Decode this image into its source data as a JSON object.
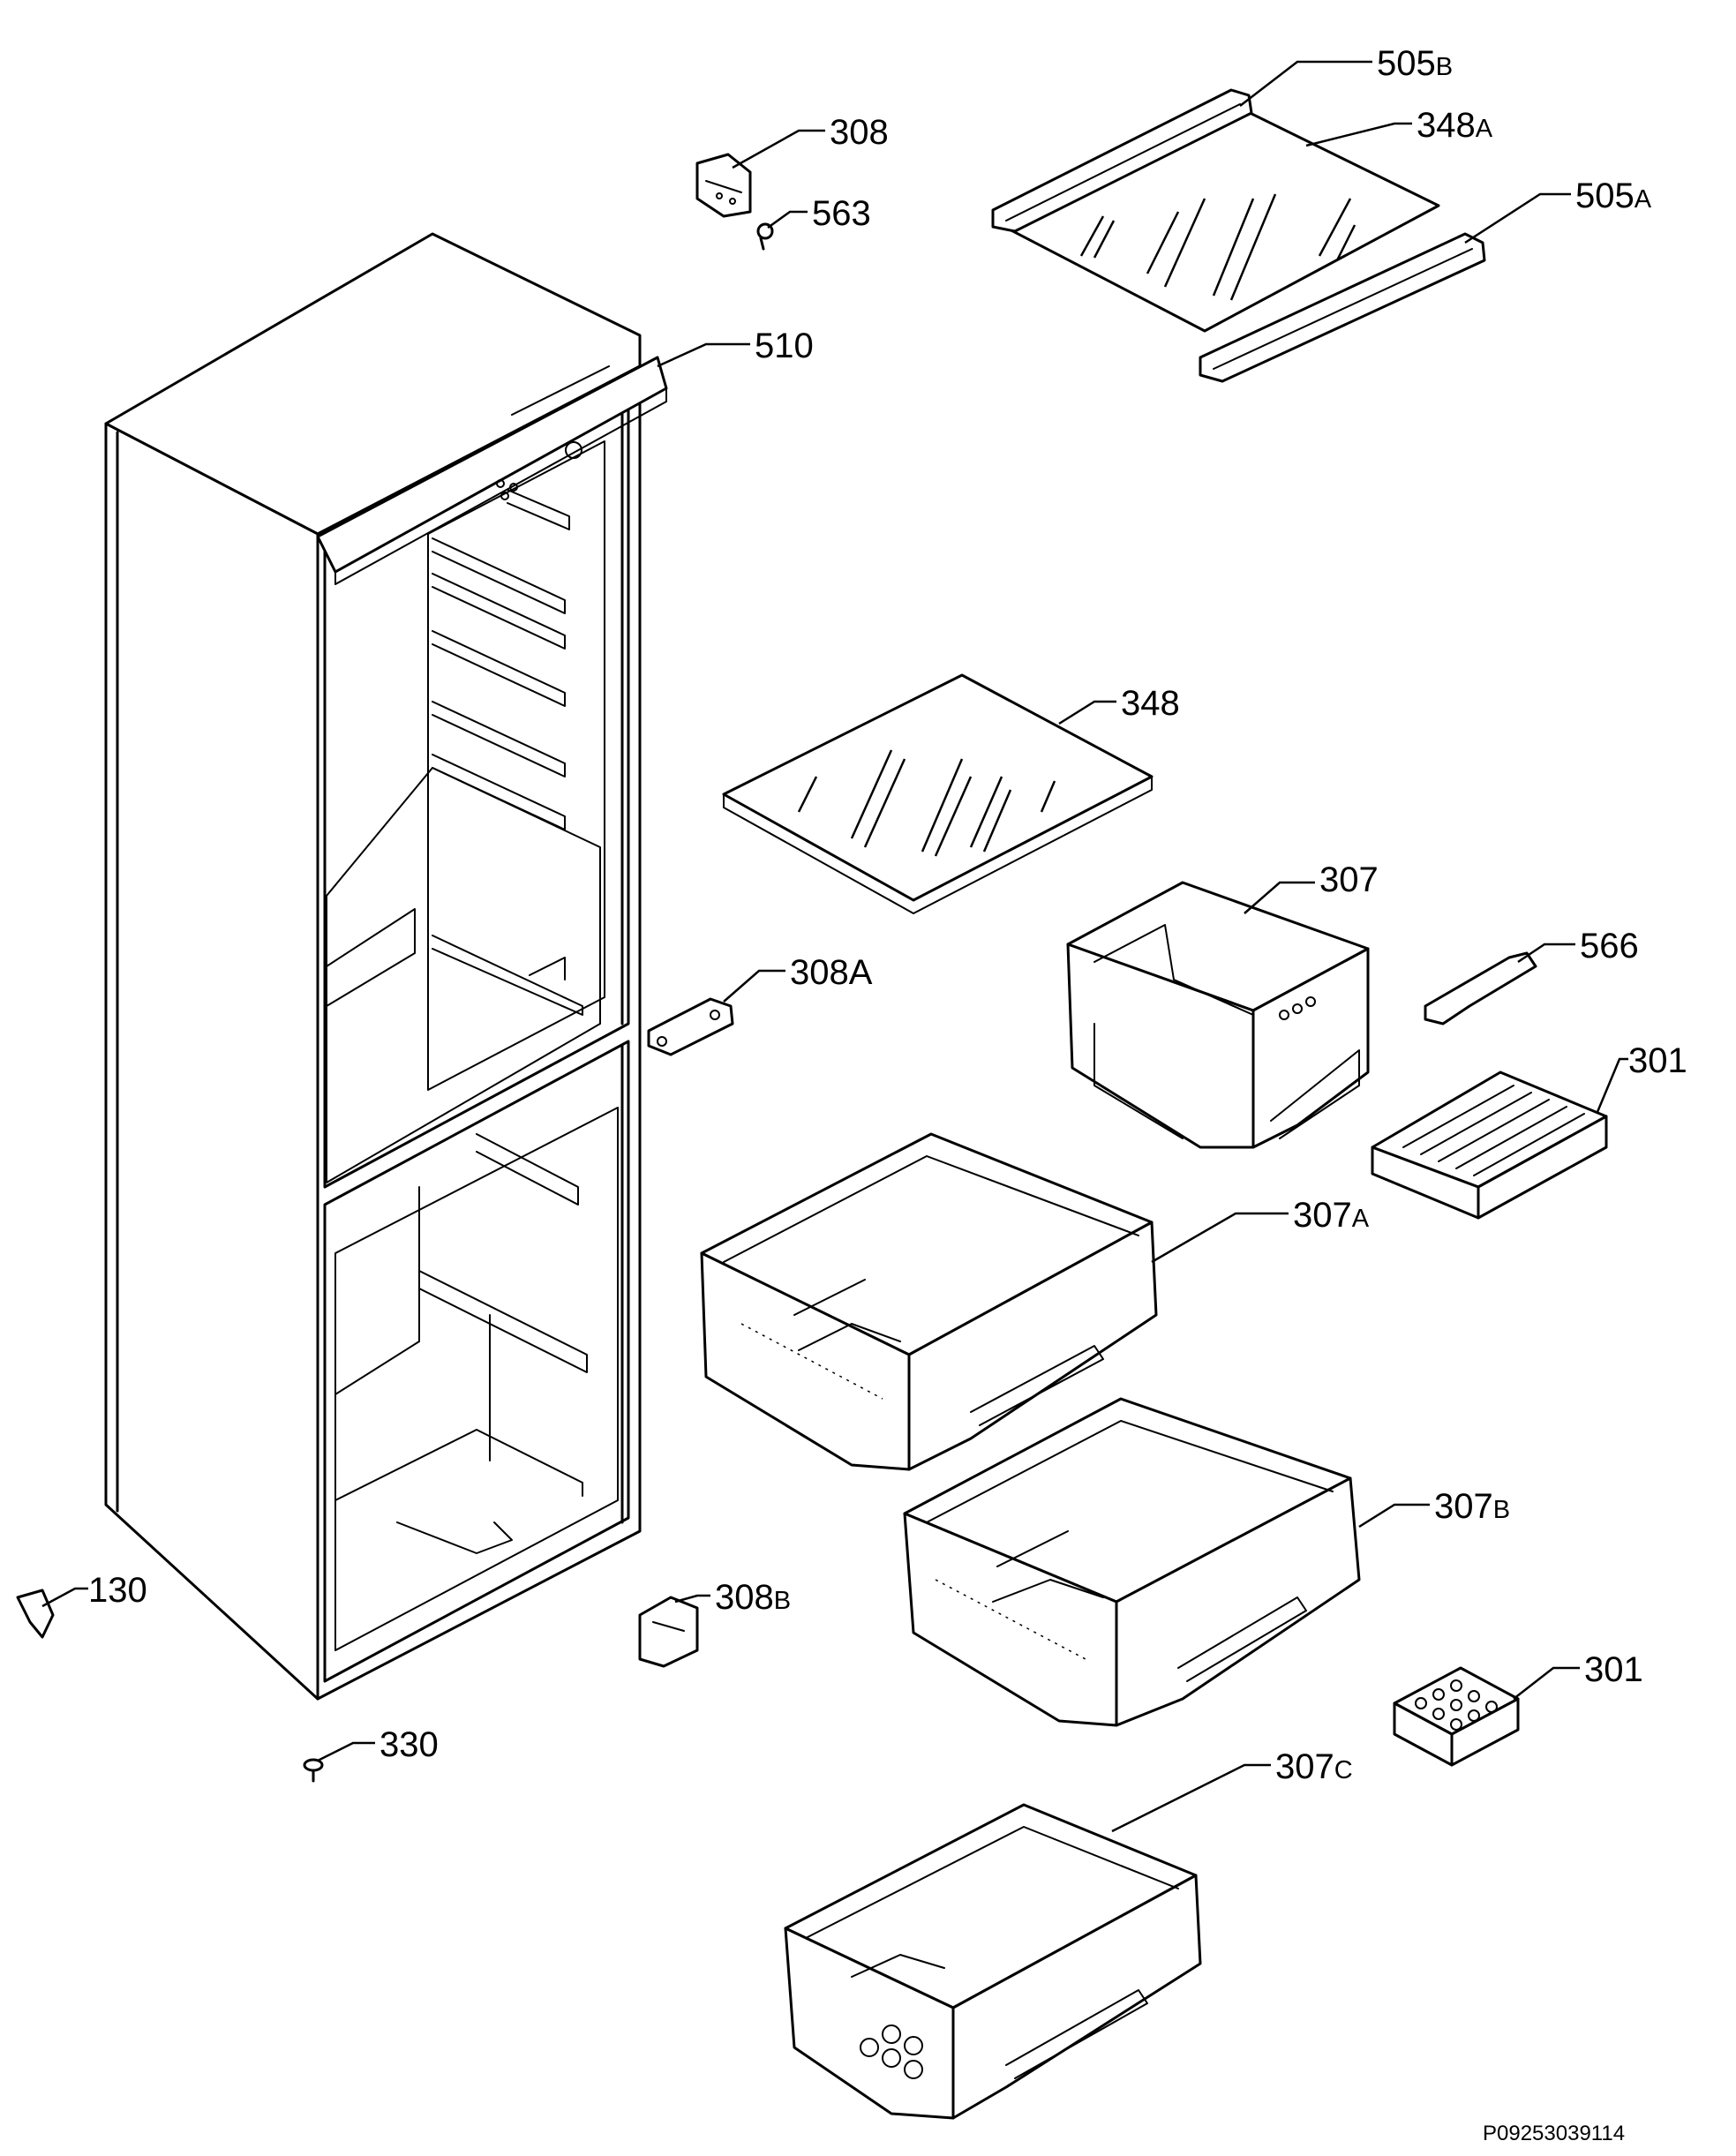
{
  "diagram": {
    "labels": [
      {
        "id": "505B",
        "num": "505",
        "suffix": "B"
      },
      {
        "id": "348A",
        "num": "348",
        "suffix": "A"
      },
      {
        "id": "505A",
        "num": "505",
        "suffix": "A"
      },
      {
        "id": "308",
        "num": "308",
        "suffix": ""
      },
      {
        "id": "563",
        "num": "563",
        "suffix": ""
      },
      {
        "id": "510",
        "num": "510",
        "suffix": ""
      },
      {
        "id": "348",
        "num": "348",
        "suffix": ""
      },
      {
        "id": "307",
        "num": "307",
        "suffix": ""
      },
      {
        "id": "566",
        "num": "566",
        "suffix": ""
      },
      {
        "id": "308A",
        "num": "308A",
        "suffix": ""
      },
      {
        "id": "301a",
        "num": "301",
        "suffix": ""
      },
      {
        "id": "307A",
        "num": "307",
        "suffix": "A"
      },
      {
        "id": "307B",
        "num": "307",
        "suffix": "B"
      },
      {
        "id": "130",
        "num": "130",
        "suffix": ""
      },
      {
        "id": "308B",
        "num": "308",
        "suffix": "B"
      },
      {
        "id": "301b",
        "num": "301",
        "suffix": ""
      },
      {
        "id": "330",
        "num": "330",
        "suffix": ""
      },
      {
        "id": "307C",
        "num": "307",
        "suffix": "C"
      }
    ],
    "code": "P09253039114"
  }
}
